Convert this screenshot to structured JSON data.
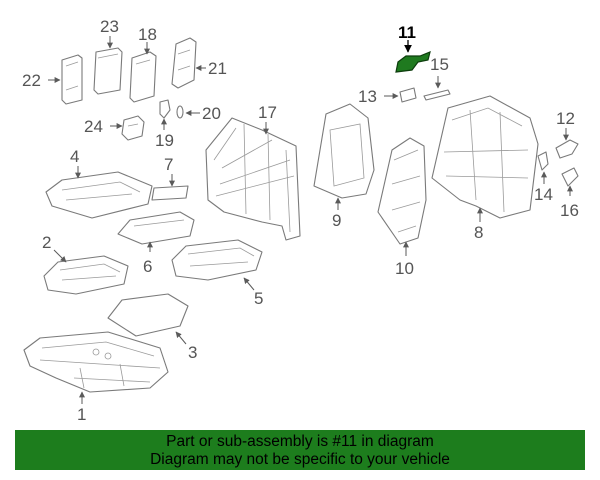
{
  "diagram": {
    "highlighted_part": "11",
    "callouts": {
      "c1": "1",
      "c2": "2",
      "c3": "3",
      "c4": "4",
      "c5": "5",
      "c6": "6",
      "c7": "7",
      "c8": "8",
      "c9": "9",
      "c10": "10",
      "c11": "11",
      "c12": "12",
      "c13": "13",
      "c14": "14",
      "c15": "15",
      "c16": "16",
      "c17": "17",
      "c18": "18",
      "c19": "19",
      "c20": "20",
      "c21": "21",
      "c22": "22",
      "c23": "23",
      "c24": "24"
    }
  },
  "banner": {
    "line1": "Part or sub-assembly is #11 in diagram",
    "line2": "Diagram may not be specific to your vehicle",
    "background": "#1d7d1d"
  },
  "colors": {
    "highlight": "#1f7a1f",
    "line": "#7a7a7a"
  }
}
